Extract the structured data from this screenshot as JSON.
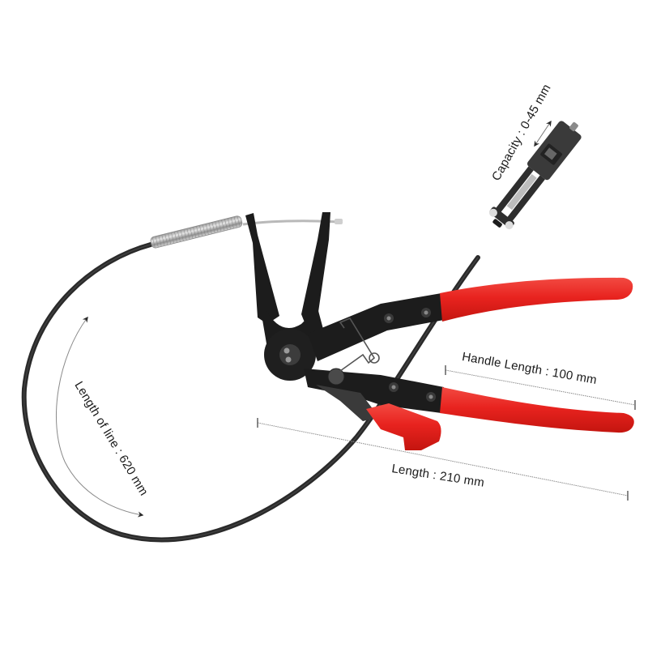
{
  "product": {
    "name": "Flexible hose clamp pliers with cable",
    "colors": {
      "handle_red": "#e8231f",
      "metal_black": "#1c1c1c",
      "cable_black": "#2a2a2a",
      "spring_silver": "#c8c8c8",
      "clamp_head_grey": "#3a3a3a",
      "dimension_line": "#8a8a8a",
      "background": "#ffffff"
    }
  },
  "annotations": {
    "capacity": "Capacity : 0-45 mm",
    "handle_length": "Handle Length : 100 mm",
    "length": "Length : 210 mm",
    "line_length": "Length of line : 620 mm"
  }
}
